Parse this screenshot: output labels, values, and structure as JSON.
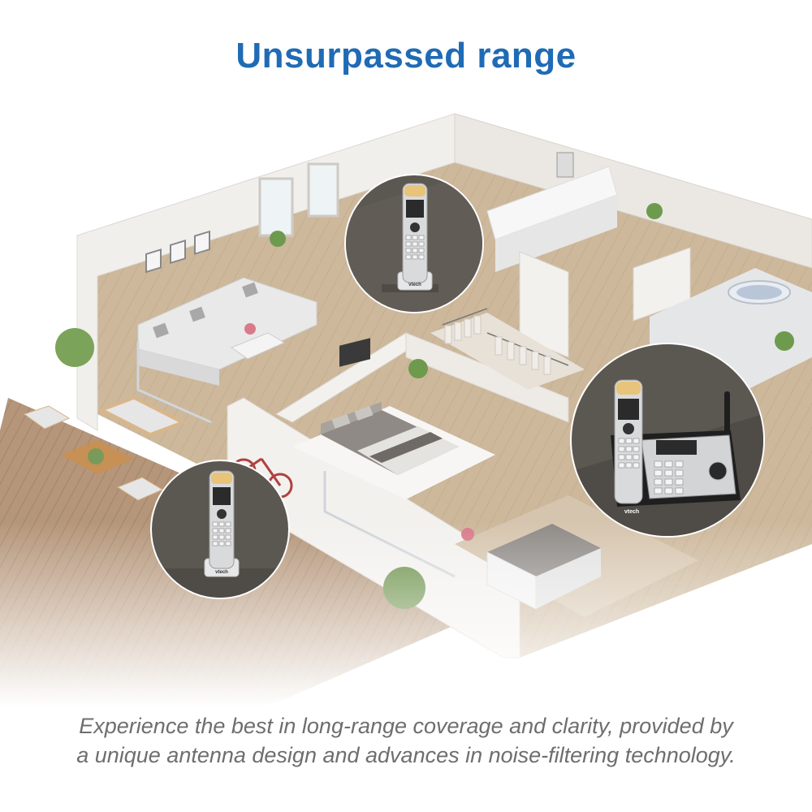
{
  "headline": "Unsurpassed range",
  "caption_line1": "Experience the best in long-range coverage and clarity, provided by",
  "caption_line2": "a unique antenna design and advances in noise-filtering technology.",
  "brand_label": "vtech",
  "colors": {
    "headline": "#1f6bb5",
    "caption": "#6e6e6e",
    "floor_wood": "#cdb89c",
    "deck_wood": "#b99a7c",
    "wall": "#f4f2ef",
    "circle_bg": "#5b5751",
    "handset_silver": "#d8dadc",
    "handset_accent": "#e8c37a"
  },
  "icons": [
    "handset-icon",
    "base-station-icon",
    "antenna-icon",
    "plant-icon",
    "sofa-icon",
    "bed-icon",
    "bicycle-icon"
  ]
}
